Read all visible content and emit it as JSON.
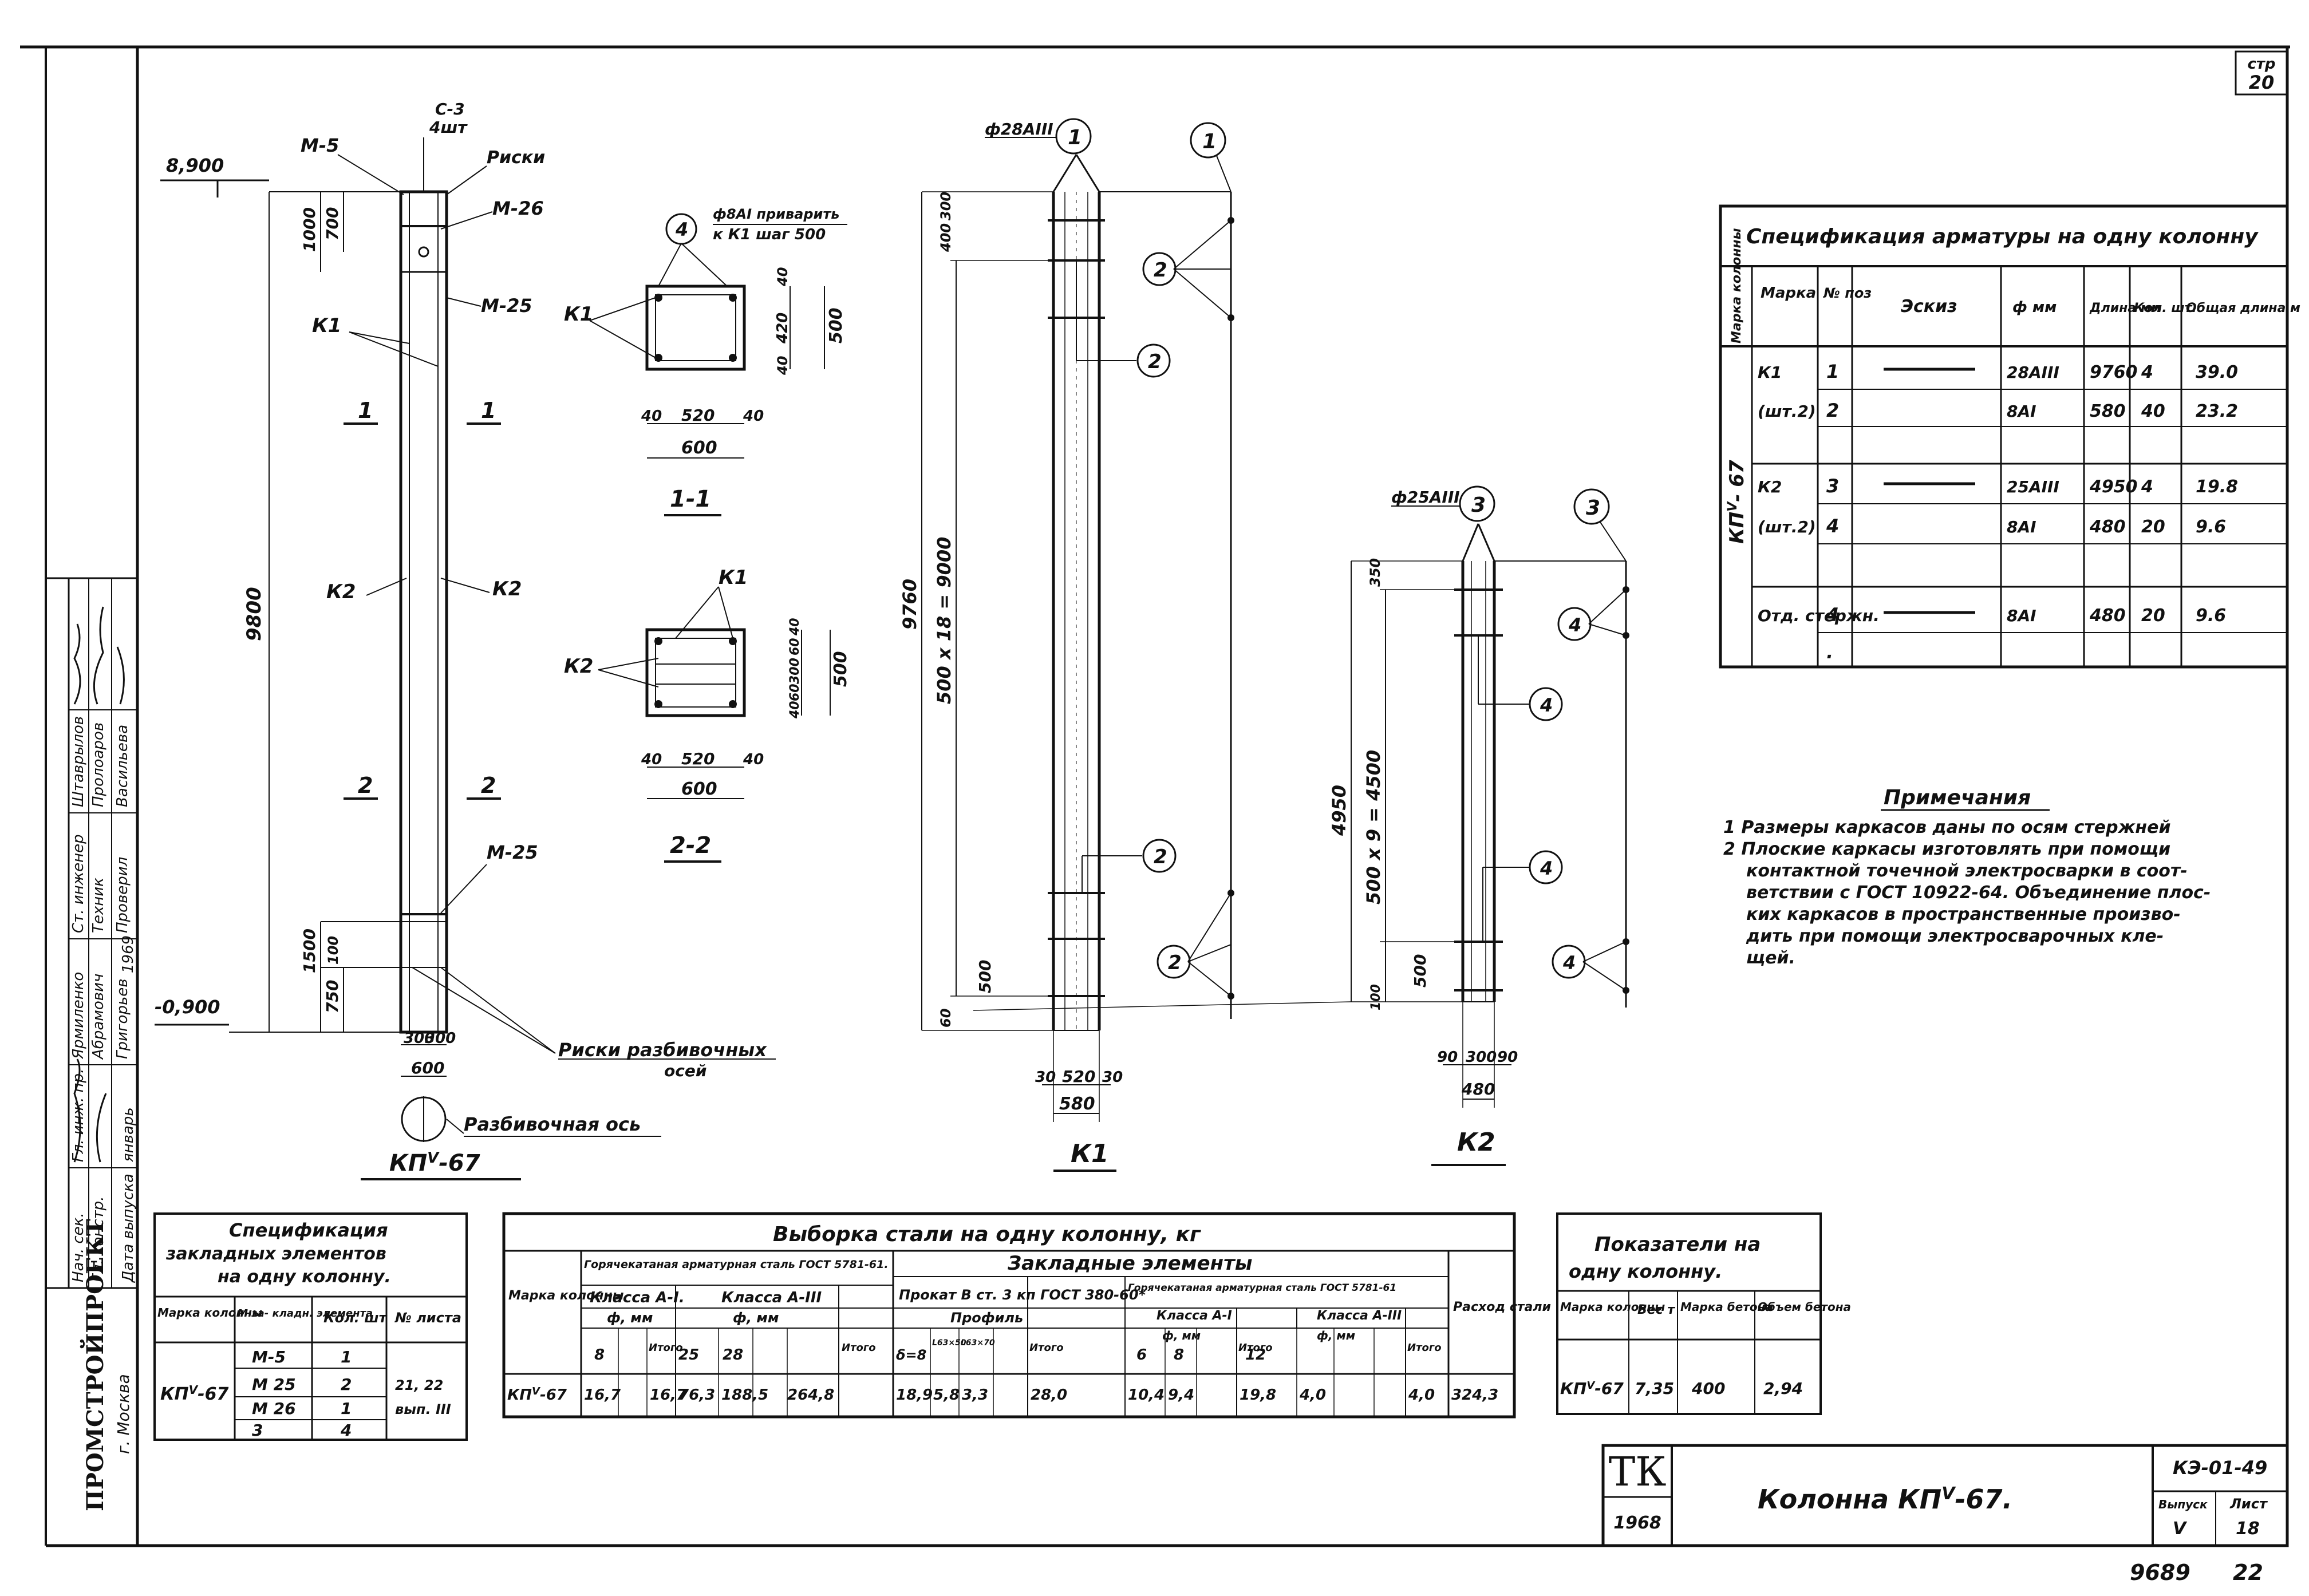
{
  "sheet": {
    "page_label": "стр",
    "page_number": "20",
    "bottom_number": "9689",
    "bottom_number_2": "22"
  },
  "title_block": {
    "tk": "ТК",
    "year": "1968",
    "title": "Колонна   КП",
    "title_mark": "V",
    "title_suffix": "-67.",
    "series": "КЭ-01-49",
    "issue_label": "Выпуск",
    "issue_value": "V",
    "sheet_label": "Лист",
    "sheet_value": "18"
  },
  "left_strip": {
    "org": "ПРОМСТРОЙПРОЕКТ",
    "city": "г. Москва",
    "roles": [
      "Нач. сек.",
      "Гл. констр.",
      "Гл. инж. пр.",
      "Дата выпуска"
    ],
    "roles_b": [
      "Ст. инженер",
      "Техник",
      "Проверил"
    ],
    "names": [
      "Ярмиленко",
      "Абрамович",
      "Григорьев",
      "январь"
    ],
    "names_b": [
      "Штаврылов",
      "Пролоаров",
      "Васильева"
    ],
    "date": "1969"
  },
  "elevation": {
    "top_level": "8,900",
    "bottom_level": "-0,900",
    "height": "9800",
    "dim_1000": "1000",
    "dim_700": "700",
    "dim_1500": "1500",
    "dim_100": "100",
    "dim_750": "750",
    "dim_300a": "300",
    "dim_300b": "300",
    "dim_600": "600",
    "m5": "М-5",
    "m26": "М-26",
    "m25a": "М-25",
    "m25b": "М-25",
    "c3": "С-3",
    "c3_qty": "4шт",
    "risk": "Риски",
    "k1": "К1",
    "k2a": "К2",
    "k2b": "К2",
    "sec1a": "1",
    "sec1b": "1",
    "sec2a": "2",
    "sec2b": "2",
    "risk_axes_1": "Риски разбивочных",
    "risk_axes_2": "осей",
    "axis_label": "Разбивочная ось",
    "mark": "КП",
    "mark_sub": "V",
    "mark_suffix": "-67"
  },
  "section_1": {
    "note_1": "ф8AI приварить",
    "note_2": "к К1 шаг 500",
    "pos": "4",
    "k1": "К1",
    "d40a": "40",
    "d520": "520",
    "d40b": "40",
    "d600": "600",
    "d40c": "40",
    "d420": "420",
    "d40d": "40",
    "d500": "500",
    "title": "1-1"
  },
  "section_2": {
    "k1": "К1",
    "k2": "К2",
    "d40a": "40",
    "d520": "520",
    "d40b": "40",
    "d600": "600",
    "v40a": "40",
    "v60": "60",
    "v300": "300",
    "v60b": "60",
    "v40b": "40",
    "d500": "500",
    "title": "2-2"
  },
  "frame_k1": {
    "bar": "ф28AIII",
    "pos1a": "1",
    "pos1b": "1",
    "pos2a": "2",
    "pos2b": "2",
    "pos2c": "2",
    "pos2d": "2",
    "height": "9760",
    "spacing": "500 х 18 = 9000",
    "d400": "400",
    "d300": "300",
    "d500": "500",
    "d60": "60",
    "b30a": "30",
    "b520": "520",
    "b30b": "30",
    "b580": "580",
    "title": "К1"
  },
  "frame_k2": {
    "bar": "ф25AIII",
    "pos3a": "3",
    "pos3b": "3",
    "pos4a": "4",
    "pos4b": "4",
    "pos4c": "4",
    "pos4d": "4",
    "height": "4950",
    "spacing": "500 х 9 = 4500",
    "d350": "350",
    "d500": "500",
    "d100": "100",
    "b90a": "90",
    "b300": "300",
    "b90b": "90",
    "b480": "480",
    "title": "К2"
  },
  "rebar_spec": {
    "title": "Спецификация арматуры на одну колонну",
    "headers": [
      "Марка колонны",
      "Марка",
      "№ поз",
      "Эскиз",
      "ф мм",
      "Длина мм",
      "Кол. шт.",
      "Общая длина м"
    ],
    "column_mark": "КП",
    "column_mark_sub": "V",
    "column_mark_suffix": "- 67",
    "rows": [
      {
        "mark": "К1",
        "pos": "1",
        "d": "28AIII",
        "len": "9760",
        "qty": "4",
        "total": "39.0"
      },
      {
        "mark": "(шт.2)",
        "pos": "2",
        "d": "8AI",
        "len": "580",
        "qty": "40",
        "total": "23.2"
      },
      {
        "mark": "",
        "pos": "",
        "d": "",
        "len": "",
        "qty": "",
        "total": ""
      },
      {
        "mark": "К2",
        "pos": "3",
        "d": "25AIII",
        "len": "4950",
        "qty": "4",
        "total": "19.8"
      },
      {
        "mark": "(шт.2)",
        "pos": "4",
        "d": "8AI",
        "len": "480",
        "qty": "20",
        "total": "9.6"
      },
      {
        "mark": "",
        "pos": "",
        "d": "",
        "len": "",
        "qty": "",
        "total": ""
      },
      {
        "mark": "Отд. стержн.",
        "pos": "4",
        "d": "8AI",
        "len": "480",
        "qty": "20",
        "total": "9.6"
      },
      {
        "mark": "",
        "pos": ".",
        "d": "",
        "len": "",
        "qty": "",
        "total": ""
      }
    ]
  },
  "notes": {
    "title": "Примечания",
    "lines": [
      "1 Размеры каркасов даны по осям стержней",
      "2 Плоские каркасы изготовлять при помощи",
      "контактной точечной электросварки в соот-",
      "ветствии с ГОСТ 10922-64. Объединение плос-",
      "ких каркасов в пространственные произво-",
      "дить при помощи электросварочных кле-",
      "щей."
    ]
  },
  "embed_spec": {
    "title_1": "Спецификация",
    "title_2": "закладных элементов",
    "title_3": "на одну колонну.",
    "headers": [
      "Марка колонны",
      "М за- кладн. элемента",
      "Кол. шт",
      "№ листа"
    ],
    "column": "КП",
    "column_sub": "V",
    "column_suffix": "-67",
    "rows": [
      {
        "el": "М-5",
        "qty": "1",
        "sheet": ""
      },
      {
        "el": "М 25",
        "qty": "2",
        "sheet": "21, 22"
      },
      {
        "el": "М 26",
        "qty": "1",
        "sheet": "вып. III"
      },
      {
        "el": "3",
        "qty": "4",
        "sheet": ""
      }
    ]
  },
  "steel_table": {
    "title": "Выборка стали на одну колонну, кг",
    "h_mark": "Марка колонны",
    "h_hot": "Горячекатаная арматурная сталь ГОСТ 5781-61.",
    "h_embed": "Закладные  элементы",
    "h_cls1": "Класса А-I.",
    "h_cls3": "Класса А-III",
    "h_d": "ф, мм",
    "h_d2": "ф, мм",
    "h_total": "Итого",
    "h_total2": "Итого",
    "h_prokat": "Прокат  В ст. 3 кп ГОСТ 380-60*",
    "h_profile": "Профиль",
    "h_hot2": "Горячекатаная арматурная сталь ГОСТ 5781-61",
    "h_cls1b": "Класса А-I",
    "h_cls3b": "Класса А-III",
    "h_d3": "ф, мм",
    "h_d4": "ф, мм",
    "h_total3": "Итого",
    "h_total4": "Итого",
    "h_total5": "Итого",
    "h_consumption": "Расход стали",
    "sub_8": "8",
    "sub_25": "25",
    "sub_28": "28",
    "sub_d8": "δ=8",
    "sub_l1": "L63×50",
    "sub_l2": "L63×70",
    "sub_6": "6",
    "sub_8b": "8",
    "sub_12": "12",
    "row_mark": "КП",
    "row_mark_sub": "V",
    "row_mark_suffix": "-67",
    "values": [
      "16,7",
      "16,7",
      "76,3",
      "188,5",
      "264,8",
      "18,9",
      "5,8",
      "3,3",
      "28,0",
      "10,4",
      "9,4",
      "19,8",
      "4,0",
      "4,0",
      "324,3"
    ]
  },
  "indicators": {
    "title_1": "Показатели на",
    "title_2": "одну колонну.",
    "headers": [
      "Марка колонны",
      "Вес т",
      "Марка бетона",
      "Объем бетона"
    ],
    "row": [
      "КП",
      "7,35",
      "400",
      "2,94"
    ],
    "row_sub": "V",
    "row_suffix": "-67"
  }
}
